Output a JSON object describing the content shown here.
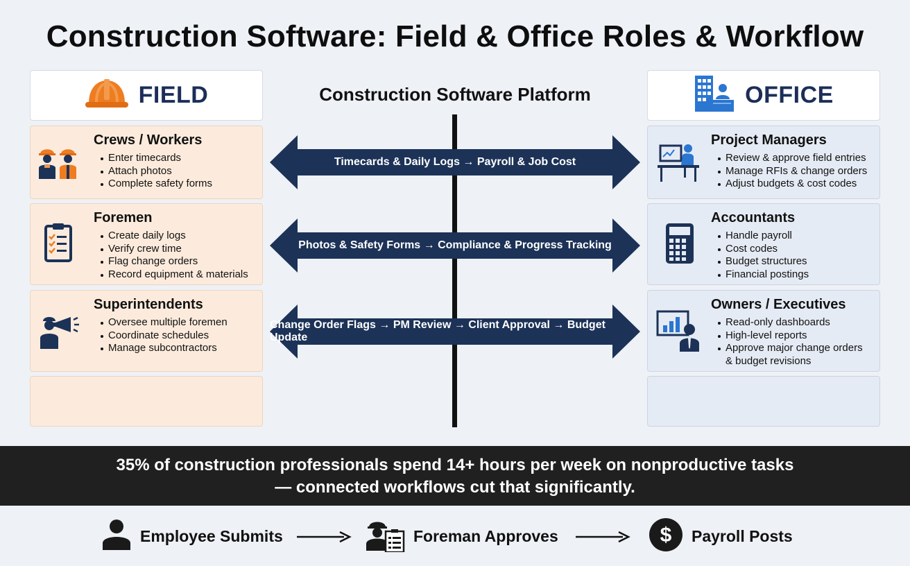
{
  "title": "Construction Software: Field & Office Roles & Workflow",
  "field_header": {
    "label": "FIELD",
    "icon": "hard-hat-icon"
  },
  "office_header": {
    "label": "OFFICE",
    "icon": "office-building-icon"
  },
  "platform": {
    "title": "Construction Software Platform",
    "flows": [
      "Timecards & Daily Logs → Payroll & Job Cost",
      "Photos & Safety Forms → Compliance & Progress Tracking",
      "Change Order Flags → PM Review → Client Approval → Budget Update"
    ]
  },
  "field_roles": [
    {
      "title": "Crews / Workers",
      "icon": "workers-icon",
      "items": [
        "Enter timecards",
        "Attach photos",
        "Complete safety forms"
      ]
    },
    {
      "title": "Foremen",
      "icon": "clipboard-checklist-icon",
      "items": [
        "Create daily logs",
        "Verify crew time",
        "Flag change orders",
        "Record equipment & materials"
      ]
    },
    {
      "title": "Superintendents",
      "icon": "megaphone-person-icon",
      "items": [
        "Oversee multiple foremen",
        "Coordinate schedules",
        "Manage subcontractors"
      ]
    }
  ],
  "office_roles": [
    {
      "title": "Project Managers",
      "icon": "desk-person-icon",
      "items": [
        "Review & approve field entries",
        "Manage RFIs & change orders",
        "Adjust budgets & cost codes"
      ]
    },
    {
      "title": "Accountants",
      "icon": "calculator-icon",
      "items": [
        "Handle payroll",
        "Cost codes",
        "Budget structures",
        "Financial postings"
      ]
    },
    {
      "title": "Owners / Executives",
      "icon": "dashboard-executive-icon",
      "items": [
        "Read-only dashboards",
        "High-level reports",
        "Approve major change orders",
        "& budget revisions"
      ]
    }
  ],
  "banner": {
    "line1": "35% of construction professionals spend 14+ hours per week on nonproductive tasks",
    "line2": "— connected workflows cut that significantly."
  },
  "workflow": [
    {
      "label": "Employee Submits",
      "icon": "person-icon"
    },
    {
      "label": "Foreman Approves",
      "icon": "foreman-clipboard-icon"
    },
    {
      "label": "Payroll Posts",
      "icon": "dollar-circle-icon"
    }
  ],
  "colors": {
    "navy": "#1c3257",
    "field_card": "#fcebdc",
    "office_card": "#e5ebf4",
    "hard_hat_orange": "#ee7d22",
    "office_blue": "#2a76d0",
    "banner": "#202020"
  }
}
